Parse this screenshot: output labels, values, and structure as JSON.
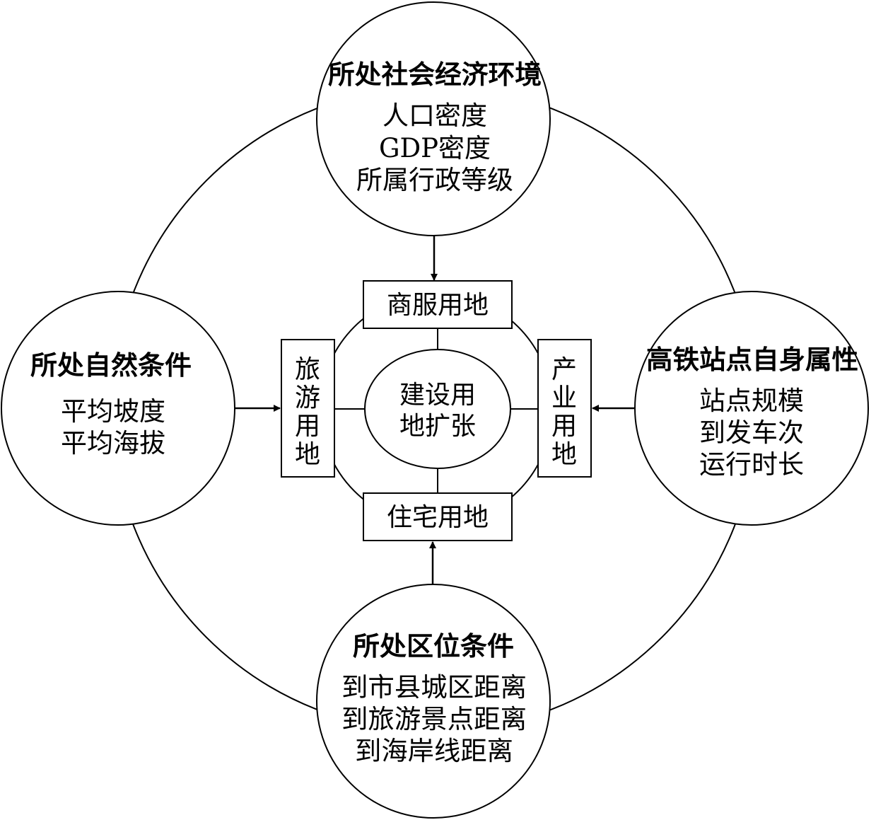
{
  "diagram": {
    "center": {
      "lines": [
        "建设用",
        "地扩张"
      ]
    },
    "land_types": {
      "commercial": "商服用地",
      "residential": "住宅用地",
      "tourism": [
        "旅",
        "游",
        "用",
        "地"
      ],
      "industrial": [
        "产",
        "业",
        "用",
        "地"
      ]
    },
    "factors": {
      "top": {
        "title": "所处社会经济环境",
        "items": [
          "人口密度",
          "GDP密度",
          "所属行政等级"
        ]
      },
      "left": {
        "title": "所处自然条件",
        "items": [
          "平均坡度",
          "平均海拔"
        ]
      },
      "right": {
        "title": "高铁站点自身属性",
        "items": [
          "站点规模",
          "到发车次",
          "运行时长"
        ]
      },
      "bottom": {
        "title": "所处区位条件",
        "items": [
          "到市县城区距离",
          "到旅游景点距离",
          "到海岸线距离"
        ]
      }
    }
  }
}
